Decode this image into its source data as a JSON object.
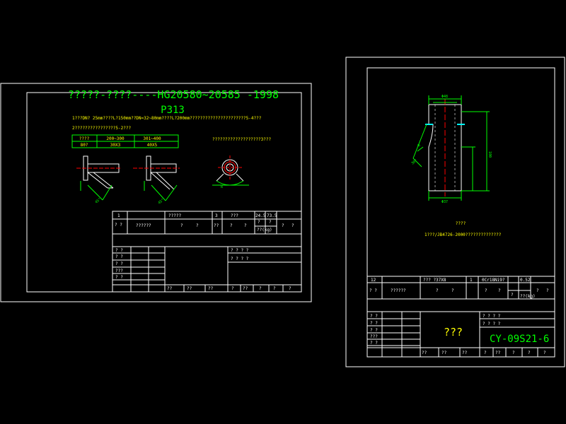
{
  "colors": {
    "background": "#000000",
    "frame": "#ffffff",
    "table": "#ffffff",
    "cell_text": "#ffffff",
    "note_text": "#ffff00",
    "dims": "#00ff00",
    "part": "#ffffff",
    "center_line": "#ff0000",
    "hidden_line": "#00ffff"
  },
  "left_sheet": {
    "title": "?????-????----HG20580~20585 -1998",
    "sheet_no": "P313",
    "note_line1": "1???DN? 25mm????L?150mm??DN=32~80mm????L?200mm??????????????????????5-4???",
    "note_line2": "2????????????????5-2???",
    "spec_table": [
      [
        "????",
        "200~300",
        "301~400"
      ],
      [
        "80?",
        "30X3",
        "40X5"
      ]
    ],
    "detail_label": "???????????????????3???",
    "title_block": {
      "row1": [
        "1",
        "?????",
        "3",
        "???",
        "24.5",
        "73.5"
      ],
      "row2": [
        "? ?",
        "??????",
        "?",
        "?",
        "??",
        "?",
        "?",
        "?",
        "?",
        "??(kg)",
        "?",
        "?"
      ],
      "left_labels": [
        "? ?",
        "? ?",
        "? ?",
        "???",
        "? ?"
      ],
      "right_labels": [
        "? ? ? ?",
        "? ? ? ?"
      ],
      "bottom_labels": [
        "??",
        "??",
        "??",
        "?",
        "??",
        "?",
        "?",
        "?"
      ]
    }
  },
  "right_sheet": {
    "caption": "????",
    "note": "1???/JB4726-2000??????????????",
    "title_block": {
      "row1": [
        "12",
        "??? ?37X8",
        "1",
        "0Cr18Ni9?",
        "0.52"
      ],
      "row2": [
        "? ?",
        "??????",
        "?",
        "?",
        "?",
        "?",
        "?",
        "??(kg)",
        "?",
        "?"
      ],
      "name": "???",
      "drawing_no": "CY-09S21-6",
      "left_labels": [
        "? ?",
        "? ?",
        "? ?",
        "???",
        "? ?"
      ],
      "right_labels": [
        "? ? ? ?",
        "? ? ? ?"
      ],
      "bottom_labels": [
        "??",
        "??",
        "??",
        "?",
        "??",
        "?",
        "?",
        "?"
      ]
    }
  }
}
